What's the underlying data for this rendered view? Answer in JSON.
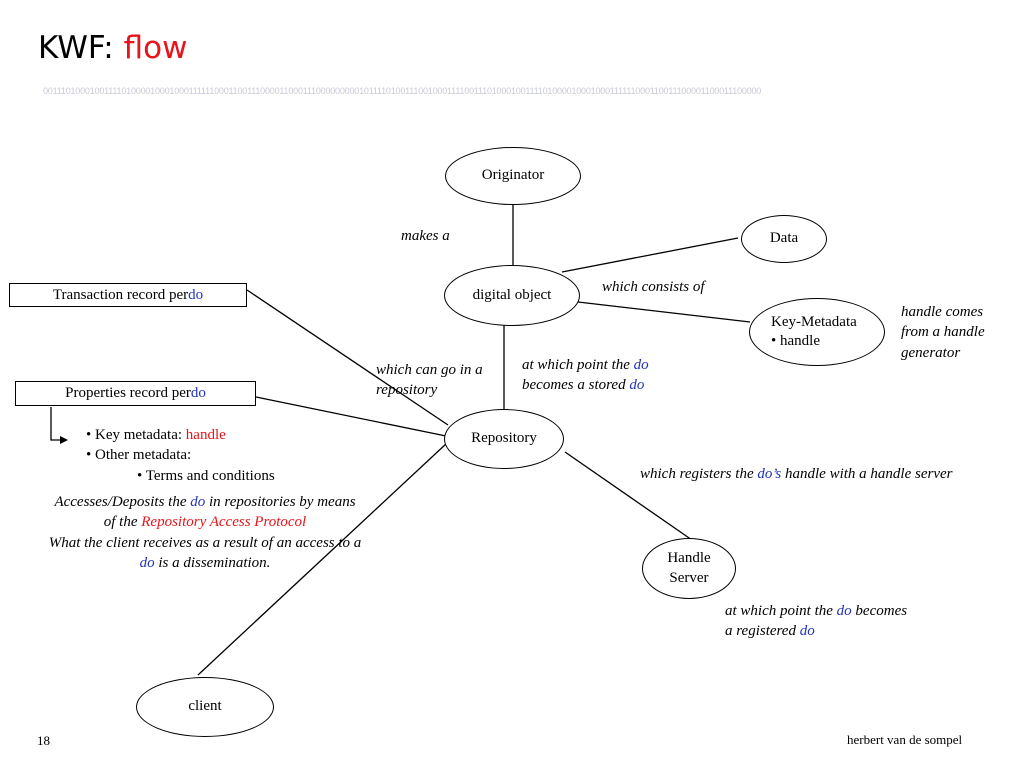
{
  "slide": {
    "title_prefix": "KWF: ",
    "title_accent": "flow",
    "binary_strip": "00111010001001111010000100010001111110001100111000011000111000000000101111010011100100011110011101000100111101000010001000111111000110011100001100011100000",
    "page_number": "18",
    "author": "herbert van de sompel"
  },
  "colors": {
    "accent_red": "#e8141b",
    "do_blue": "#2233bb",
    "binary_gray": "#c9c9d9"
  },
  "nodes": {
    "originator": "Originator",
    "data": "Data",
    "digital_object": "digital object",
    "key_metadata_line1": "Key-Metadata",
    "key_metadata_line2": "• handle",
    "repository": "Repository",
    "handle_server_line1": "Handle",
    "handle_server_line2": "Server",
    "client": "client"
  },
  "boxes": {
    "transaction_prefix": "Transaction record per ",
    "transaction_do": "do",
    "properties_prefix": "Properties record per ",
    "properties_do": "do"
  },
  "metadata_list": {
    "key_prefix": "• Key metadata: ",
    "key_value": "handle",
    "other": "• Other metadata:",
    "terms": "• Terms and conditions"
  },
  "labels": {
    "makes_a": "makes a",
    "consists_of": "which consists of",
    "handle_generator": [
      "handle comes",
      "from a handle",
      "generator"
    ],
    "can_go_1": "which can go in a",
    "can_go_2": "repository",
    "stored_1_prefix": "at which point the ",
    "stored_1_do": "do",
    "stored_2_prefix": "becomes a stored ",
    "stored_2_do": "do",
    "registers_prefix": "which registers the ",
    "registers_do": "do’s",
    "registers_suffix": " handle with a handle server",
    "registered_1_prefix": "at which point the ",
    "registered_1_do": "do",
    "registered_1_suffix": " becomes",
    "registered_2_prefix": "a registered ",
    "registered_2_do": "do"
  },
  "access_note": {
    "line1_prefix": "Accesses/Deposits the ",
    "line1_do": "do",
    "line1_suffix": " in repositories by means",
    "line2_prefix": "of the ",
    "line2_protocol": "Repository Access Protocol",
    "line3": "What the client receives as a result of an access to a",
    "line4_do": "do",
    "line4_suffix": " is a dissemination."
  }
}
